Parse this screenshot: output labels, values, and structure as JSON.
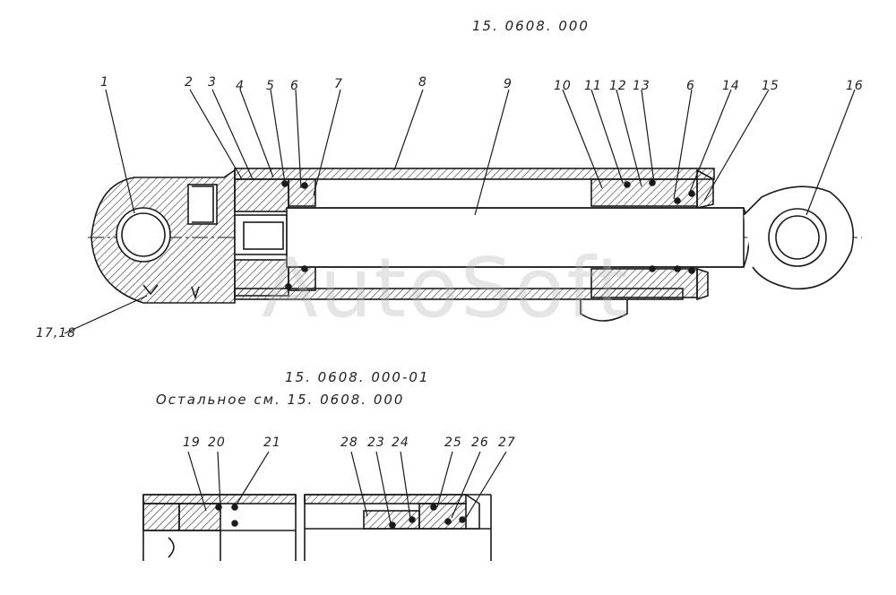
{
  "drawing": {
    "main_code": "15. 0608. 000",
    "variant_code": "15. 0608. 000-01",
    "variant_note": "Остальное см. 15. 0608. 000",
    "watermark": "AutoSoft"
  },
  "callouts_main": [
    "1",
    "2",
    "3",
    "4",
    "5",
    "6",
    "7",
    "8",
    "9",
    "10",
    "11",
    "12",
    "13",
    "6",
    "14",
    "15",
    "16",
    "17,18"
  ],
  "callouts_variant": [
    "19",
    "20",
    "21",
    "28",
    "23",
    "24",
    "25",
    "26",
    "27"
  ],
  "colors": {
    "line": "#1a1a1a",
    "hatch": "#333333",
    "watermark": "#b4b4b4"
  }
}
